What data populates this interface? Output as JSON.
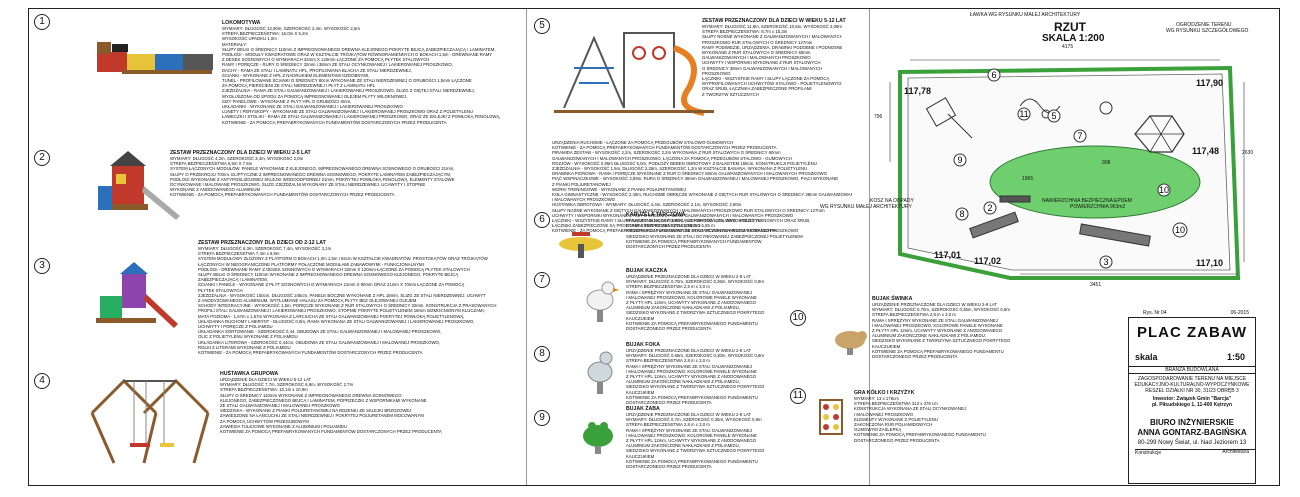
{
  "items": [
    {
      "num": "1",
      "title": "LOKOMOTYWA",
      "lines": [
        "WYMIARY: DŁUGOŚĆ 13,90m, SZEROKOŚĆ 2,4m, WYSOKOŚĆ 2,5m",
        "STREFA BEZPIECZEŃSTWA: 16,0m X 5,2m",
        "WYSOKOŚĆ UPADKU 1,0m",
        "MATERIAŁY:",
        "SŁUPY BELKI O ŚREDNICY 110mm Z IMPREGNOWANEGO DREWNA KLEJONEGO POKRYTE BEJCĄ ZABEZPIECZAJĄCĄ I LAMINATEM,",
        "PODŁOGI - MODUŁY KWADRATOWE ORAZ W KSZTAŁCIE TRÓJKĄTÓW RÓWNORAMIENNYCH O BOKACH 1,5m - DREWNIANE RAMY",
        "Z DESEK SOSNOWYCH O WYMIARACH 32mm X 120mm ŁĄCZONE ZA POMOCĄ PŁYTEK STALOWYCH",
        "RAMY I PORĘCZE - RURY O ŚREDNICY 32mm i 38mm ZE STALI OCYNKOWANEJ I LAKIEROWANEJ PROSZKOWO,",
        "DACHY - RAMA ZE STALI I LAMINATU HPL, PROFILOWANA BLACHA ZE STALI NIERDZEWNEJ,",
        "ŚCIANKI - WYKONANE Z HPL Z NADRUKIEM ELEMENTAMI OZDOBNYMI,",
        "TUNEL - PROFILOWANE ŚCIANKI O ŚREDNICY 80cm WYKONANE ZE STALI NIERDZEWNEJ O GRUBOŚCI 1,5mm ŁĄCZONE",
        "ZA POMOCĄ PIERŚCIENI ZE STALI NIERDZEWNEJ I PŁYT Z LAMINATU HPL",
        "ZJEŻDŻALNIA - RAMA ZE STALI GALWANIZOWANEJ I LAKIEROWANEJ PROSZKOWO, ŚLIZG Z GIĘTEJ STALI NIERDZEWNEJ,",
        "WYGŁUSZONA OD SPODU ZA POMOCĄ IMPREGNOWANEJ OLEJEM PŁYTY WILOKNOWEJ,",
        "SIZY PANELOWE - WYKONANE Z PŁYT HPL O GRUBOŚCI 8mm,",
        "UKŁADANKI - WYKONANE ZE STALI GALWANIZOWANEJ I LAKIEROWANEJ PROSZKOWO",
        "LUNETY I PERYSKOPY - WYKONANE ZE STALI GALWANIZOWANEJ I LAKIEROWANEJ PROSZKOWO ORAZ Z POLIETYLENU",
        "ŁAWECZKI I STOLIKI - RAMA ZE STALI GALWANIZOWANEJ I LAKIEROWANEJ PROSZKOWO, ORAZ ZE SKLEJKI Z POWŁOKĄ FENOLOWĄ,",
        "KOTWIENIE - ZA POMOCĄ PREFABRYKOWANYCH FUNDAMENTÓW DOSTARCZONYCH PRZEZ PRODUCENTA"
      ]
    },
    {
      "num": "2",
      "title": "ZESTAW PRZEZNACZONY DLA DZIECI W WIEKU 2-5 LAT",
      "lines": [
        "WYMIARY: DŁUGOŚĆ 4,2m, SZEROKOŚĆ 3,4m, WYSOKOŚĆ 2,0m",
        "STREFA BEZPIECZEŃSTWA 5,5m X 7,5m",
        "",
        "SYSTEM ŁĄCZONYCH MODUŁÓW. PANELE WYKONANE Z KLEJONEGO, IMPREGNOWANEGO DREWNA SOSNOWEGO O GRUBOŚCI 21mm,",
        "SŁUPY O PRZEKROJU 70mm. ELIPTYCZNE Z IMPREGNOWANEGO DREWNA SOSNOWEGO, POKRYTE LAMINATEM ZABEZPIECZAJĄCYM,",
        "PODŁOGI WYKONANE Z ANTYPOŚLIZGOWEJ SKLEJKI WODOODPORNEJ 21mm, POKRYTEJ POWŁOKĄ FENOLOWĄ, ELEMENTY STALOWE",
        "OCYNKOWANE I MALOWANE PROSZKOWO, ŚLIZG ZJEŻDŻALNI WYKONANY ZE STALI NIERDZEWNEJ. UCHWYTY I STOPNIE",
        "WYKONANE Z ANODOWANEGO ALUMINIUM",
        "KOTWIENIE - ZA POMOCĄ PREFABRYKOWANYCH FUNDAMENTÓW DOSTARCZONYCH PRZEZ PRODUCENTA"
      ]
    },
    {
      "num": "3",
      "title": "ZESTAW PRZEZNACZONY DLA DZIECI OD 2-12 LAT",
      "lines": [
        "WYMIARY: DŁUGOŚĆ 6,3m, SZEROKOŚĆ 7,4m, WYSOKOŚĆ 3,1m",
        "STREFA BEZPIECZEŃSTWA 7,4m x 8,9m",
        "SYSTEM MODUŁOWY ZŁOŻONY Z PLATFORM O BOKACH 1,0m 1,5m I 92cm W KSZTAŁCIE KWADRATÓW, PROSTOKĄTÓW ORAZ TRÓJKĄTÓW",
        "ŁĄCZONYCH W NIEOGRANICZONE PLATFORMY POŁĄCZONE MODUŁAMI ZABAWOWYMI - FUNKCJONALNYMI",
        "PODŁOGI - DREWNIANE RAMY Z DESEK SOSNOWYCH O WYMIARACH 32mm X 120mm ŁĄCZONE ZA POMOCĄ PŁYTEK STALOWYCH",
        "SŁUPY BELKI O ŚREDNICY 110mm WYKONANE Z IMPREGNOWANEGO DREWNA SOSNOWEGO KLEJONEGO, POKRYTE BEJCĄ",
        "ZABEZPIECZAJĄCĄ I LAMINATEM,",
        "ŚCIANKI I PANELE - WYKONANE Z PŁYT SOSNOWYCH O WYMIARACH 21mm X 90mm ORAZ 21mm X 70mm ŁĄCZONE ZA POMOCĄ",
        "PŁYTEK STALOWYCH",
        "ZJEŻDŻALNIA - WYSOKOŚĆ 150cm, DŁUGOŚĆ 245cm, PANELE BOCZNE WYKONANE Z HPL 18mm, ŚLIZG ZE STALI NIERDZEWNEJ, UCHWYT",
        "Z ANODYZOWANEGO ALUMINIUM, WYTŁUMIANE HAŁASU ZA POMOCĄ PŁYTY BEZ OLEJOWANEJ OLEJEM",
        "SCHODY INTEGRACYJNE - WYSOKOŚĆ 1,5m, PORĘCZE WYKONANE Z RUR STALOWYCH O ŚREDNICY 32mm, KONSTRUKCJA Z PRASOWANYCH",
        "PROFILI STALI GALWANIZOWANEJ I LAKIEROWANEJ PROSZKOWO, STOPNIE POKRYTE POLIETYLENEM 18mm WZMOCNIONYM KLUCZAMI,",
        "MATA POZIOMA - 1,67m x 1,67m WYKONANA Z LARCIUCHA ZE STALI GALWANIZOWANEJ POKRYTEJ POWŁOKĄ POLIETYLENOWĄ,",
        "UKŁADANKA RUCHOMY LABIRYNT - DŁUGOŚĆ 0,9m, RAMA WYKONANA ZE STALI GALWANIZOWANEJ I LAKIEROWANEJ PROSZKOWO,",
        "UCHWYTY I PORĘCZE Z POLIAMIDU",
        "UKŁADANKA SORTOWANIE - SZEROKOŚĆ 0,44, OBUDOWA ZE STALI GALWANIZOWANEJ I MALOWANEJ PROSZKOWO,",
        "OLIC Z POLIETYLENU WYKONANE Z POLIAMIDU",
        "UKŁADANKA LITEROWA - SZEROKOŚĆ 0,44cm, OBUDOWA ZE STALI GALWANIZOWANEJ I MALOWANEJ PROSZKOWO,",
        "ROLKI Z LITERAMI WYKONANE Z POLIAMIDU",
        "KOTWIENIE - ZA POMOCĄ PREFABRYKOWANYCH FUNDAMENTÓW DOSTARCZONYCH PRZEZ PRODUCENTA"
      ]
    },
    {
      "num": "4",
      "title": "HUŚTAWKA GRUPOWA",
      "lines": [
        "URZĄDZENIE DLA DZIECI W WIEKU 5-12 LAT",
        "WYMIARY: DŁUGOŚĆ 7,7m, SZEROKOŚĆ 6,9m, WYSOKOŚĆ 2,7m",
        "STREFA BEZPIECZEŃSTWA: 10,1m x 10,9m",
        "SŁUPY O ŚREDNICY 110mm WYKONANE Z IMPREGNOWANEGO DREWNA SOSNOWEGO",
        "KLEJONEGO, ZABEZPIECZONEGO BEJCĄ I LAMINATEM, POPRZECZKI Z WSPORNIKAMI WYKONANE",
        "ZE STALI GALWANIZOWANEJ I MALOWANEJ PROSZKOWO",
        "SIEDZISKA - WYKONANE Z PIANKI POLIURETANOWEJ NA RDZENIU ZE SKLEJKI BRZOZOWEJ",
        "ZAWIESZONE NA ŁAŃCUCHU ZE STALI NIERDZEWNEJ I POKRYTEJ POLIURETANEM MOCOWANYM",
        "ZA POMOCĄ UCHWYTÓW PRZEGUBOWYM",
        "ZAWIESIA TULEJOWE WYKONANE Z ALUMINIUM I POLIAMIDU",
        "KOTWIENIE ZA POMOCĄ PREFABRYKOWANYCH FUNDAMENTÓW DOSTARCZONYCH PRZEZ PRODUCENTA"
      ]
    },
    {
      "num": "5",
      "title": "ZESTAW PRZEZNACZONY DLA DZIECI W WIEKU 5-12 LAT",
      "lines": [
        "WYMIARY: DŁUGOŚĆ 11,8m, SZEROKOŚĆ 10,6m, WYSOKOŚĆ 3,08m",
        "STREFA BEZPIECZEŃSTWA: 8,7m x 15,3m",
        "SŁUPY NOŚNE WYKONANE Z GALWANIZOWANYCH I MALOWANYCH",
        "PROSZKOWO RUR STALOWYCH O ŚREDNICY 127mm",
        "RAMY PODWIEZIE, URZĄDZENIA, DRABINKI PODOBNE I PODNOSNE",
        "WYKONANE Z RUR STALOWYCH O ŚREDNICY 60mm",
        "GALWANIZOWANYCH I MALOWANYCH PROSZKOWO",
        "UCHWYTY I WSPORNIKI WYKONANE Z RUR STALOWYCH",
        "O ŚREDNICY 38mm GALWANIZOWANYCH I MALOWANYCH",
        "PROSZKOWO",
        "ŁĄCZNIKI - WSZYSTKIE RAMY I SŁUPY ŁĄCZONE ZA POMOCĄ",
        "WYPROFILOWANYCH UCHWYTÓW STALOWO - POLIETYLENOWYCH",
        "ORAZ ŚRUB, ŁĄCZNIKA ZABEZPIECZONE PROFILAMI",
        "Z TWORZYW SZTUCZNYCH",
        "",
        "URZĄDZENIA RUCHOME - ŁĄCZONE ZA POMOCĄ PRZEGUBÓW STALOWO-GUMOWYCH",
        "KOTWIENIE - ZA POMOCĄ PREFABRYKOWANYCH FUNDAMENTÓW DOSTARCZONYCH PRZEZ PRODUCENTA",
        "PIRAMIDA ZESTAW - WYSOKOŚĆ 2,2m, SZEROKOŚĆ 2,2m WYKONANA Z RUR STALOWYCH O ŚREDNICY 60mm",
        "GALWANIZOWANYCH I MALOWANYCH PROSZKOWO, ŁĄCZONA ZA POMOCĄ PRZEGUBÓW STALOWO - GUMOWYCH",
        "ROZJÓW - WYSOKOŚĆ 0,95m DŁUGOŚĆ 5,0m, PODŁOŻY BEBEN OBROTOWY Z BALKETEM 158cm, KONSTRUKCJI POLIETYLENU",
        "ZJEŻDŻALNIA - WYSOKOŚĆ 1,5m, DŁUGOŚĆ 2,25m, SZEROKOŚĆ 1,2m W KSZTAŁCIE BANANA, WYKONANA Z POLIETYLENU",
        "DRABINKA PIONOWA - RAMA I PORĘCZE WYKONANE Z RUR O ŚREDNICY 50mm GALWANIZOWANYCH I MALOWANYCH PROSZKOWO",
        "PIĄĆ WSPINACZKOWE - WYSOKOŚĆ 2,89m, RURA O ŚREDNICY 38mm GALWANIZOWANEJ I MALOWANEJ PROSZKOWO, PIĄCI WYKONANE",
        "Z PIANKI POLIURETANOWEJ",
        "WORKI TRENINGOWE - WYKONANE Z PIANKI POLIURETANOWEJ",
        "KOŁA GIMNASTYCZNE - WYSOKOŚĆ 2,40m, RUCHOME OBRĘCZE WYKONANE Z GIĘTYCH RUR STALOWYCH O ŚREDNICY 38mm GALWANIZOWANYCH",
        "I MALOWANYCH PROSZKOWO",
        "HUŚTAWKA OBROTOWA - WYMIARY: DŁUGOŚĆ 4,4m, SZEROKOŚĆ 2,1m, WYSOKOŚĆ 2,60m",
        "SŁUPY NOŚNE WYKONANE Z GIĘTYCH GALWANIZOWANYCH I MALOWANYCH PROSZKOWO RUR STALOWYCH O ŚREDNICY 127mm",
        "UCHWYTY I WSPORNIKI WYKONANE Z RUR O ŚREDNICY 38mm GALWANIZOWANYCH I MALOWANYCH PROSZKOWO",
        "ŁĄCZNIKI - WSZYSTKIE RAMY I SŁUPY ŁĄCZONE SĄ ZA POMOCĄ UCHWYTÓW STALOWO - POLIETYLENOWYCH ORAZ ŚRUB,",
        "ŁĄCZNIKI ZABEZPIECZONE SĄ PROFILAMI Z TWORZYWA SZTUCZNEGO",
        "KOTWIENIE - ZA POMOCĄ PREFABRYKOWANYCH FUNDAMENTÓW DOSTARCZONYCH PRZEZ PRODUCENTA"
      ]
    },
    {
      "num": "6",
      "title": "KARUZELA TARCZOWA",
      "lines": [
        "WYMIARY: DŁUGOŚĆ 1,80m, SZEROKOŚĆ 1,2m, WYSOKOŚĆ 0,7m",
        "STREFA BEZPIECZEŃSTWA 5,85 m x 5,85 m",
        "KONSTRUKCJA WYKONANA ZE STALI OCYNKOWANEJ I MALOWANEJ PROSZKOWO",
        "SIEDZISKO WYKONANE ZE STALI OCYNKOWANEJ ZABEZPIECZONEJ POLIETYLENEM",
        "KOTWIENIE ZA POMOCĄ PREFABRYKOWANYCH FUNDAMENTÓW",
        "DOSTARCZONYCH PRZEZ PRODUCENTA"
      ]
    },
    {
      "num": "7",
      "title": "BUJAK KACZKA",
      "lines": [
        "URZĄDZENIE PRZEZNACZONE DLA DZIECI W WIEKU 2-8 LAT",
        "WYMIARY: DŁUGOŚĆ 0,70m, SZEROKOŚĆ 0,36m, WYSOKOŚĆ 0,8m",
        "STREFA BEZPIECZEŃSTWA 2,8 m x 3,0 m",
        "RAMA I SPRĘŻYNY WYKONANE ZE STALI GALWANIZOWANEJ",
        "I MALOWANEJ PROSZKOWO, KOLOROWE PANELE WYKONANE",
        "Z PŁYTY HPL 12mm, UCHWYTY WYKONANE Z ANODOWANEGO",
        "ALUMINIUM ZAKOŃCZONE NAKŁADKAMI Z POLIAMIDU,",
        "SIEDZISKO WYKONANE Z TWORZYWA SZTUCZNEGO POKRYTEGO",
        "KAUCZUKIEM",
        "KOTWIENIE ZA POMOCĄ PREFABRYKOWANEGO FUNDAMENTU",
        "DOSTARCZONEGO PRZEZ PRODUCENTA"
      ]
    },
    {
      "num": "8",
      "title": "BUJAK FOKA",
      "lines": [
        "URZĄDZENIE PRZEZNACZONE DLA DZIECI W WIEKU 2-8 LAT",
        "WYMIARY: DŁUGOŚĆ 0,65m, SZEROKOŚĆ 0,30m, WYSOKOŚĆ 0,8m",
        "STREFA BEZPIECZEŃSTWA 2,8 m x 3,0 m",
        "RAMA I SPRĘŻYNY WYKONANE ZE STALI GALWANIZOWANEJ",
        "I MALOWANEJ PROSZKOWO, KOLOROWE PANELE WYKONANE",
        "Z PŁYTY HPL 12mm, UCHWYTY WYKONANE Z ANODOWANEGO",
        "ALUMINIUM ZAKOŃCZONE NAKŁADKAMI Z POLIAMIDU,",
        "SIEDZISKO WYKONANE Z TWORZYWA SZTUCZNEGO POKRYTEGO",
        "KAUCZUKIEM",
        "KOTWIENIE ZA POMOCĄ PREFABRYKOWANEGO FUNDAMENTU",
        "DOSTARCZONEGO PRZEZ PRODUCENTA"
      ]
    },
    {
      "num": "9",
      "title": "BUJAK ŻABA",
      "lines": [
        "URZĄDZENIE PRZEZNACZONE DLA DZIECI W WIEKU 2-8 LAT",
        "WYMIARY: DŁUGOŚĆ 0,7m, SZEROKOŚĆ 0,36m, WYSOKOŚĆ 0,8m",
        "STREFA BEZPIECZEŃSTWA 2,8 m x 3,0 m",
        "RAMA I SPRĘŻYNY WYKONANE ZE STALI GALWANIZOWANEJ",
        "I MALOWANEJ PROSZKOWO, KOLOROWE PANELE WYKONANE",
        "Z PŁYTY HPL 12mm, UCHWYTY WYKONANE Z ANODOWANEGO",
        "ALUMINIUM ZAKOŃCZONE NAKŁADKAMI Z POLIAMIDU,",
        "SIEDZISKO WYKONANE Z TWORZYWA SZTUCZNEGO POKRYTEGO",
        "KAUCZUKIEM",
        "KOTWIENIE ZA POMOCĄ PREFABRYKOWANEGO FUNDAMENTU",
        "DOSTARCZONEGO PRZEZ PRODUCENTA"
      ]
    },
    {
      "num": "10",
      "title": "BUJAK ŚWINKA",
      "lines": [
        "URZĄDZENIE PRZEZNACZONE DLA DZIECI W WIEKU 2-8 LAT",
        "WYMIARY: DŁUGOŚĆ 0,70m, SZEROKOŚĆ 0,36m, WYSOKOŚĆ 0,8m",
        "STREFA BEZPIECZEŃSTWA 2,8 m x 3,0 m",
        "RAMA I SPRĘŻYNY WYKONANE ZE STALI GALWANIZOWANEJ",
        "I MALOWANEJ PROSZKOWO, KOLOROWE PANELE WYKONANE",
        "Z PŁYTY HPL 12mm, UCHWYTY WYKONANE Z ANODOWANEGO",
        "ALUMINIUM ZAKOŃCZONE NAKŁADKAMI Z POLIAMIDU,",
        "SIEDZISKO WYKONANE Z TWORZYWA SZTUCZNEGO POKRYTEGO",
        "KAUCZUKIEM",
        "KOTWIENIE ZA POMOCĄ PREFABRYKOWANEGO FUNDAMENTU",
        "DOSTARCZONEGO PRZEZ PRODUCENTA"
      ]
    },
    {
      "num": "11",
      "title": "GRA KÓŁKO I KRZYŻYK",
      "lines": [
        "WYMIARY: 13 x 178cm",
        "STREFA BEZPIECZEŃSTWA 313 x 378 cm",
        "KONSTRUKCJA WYKONANA ZE STALI OCYNKOWANEJ",
        "I MALOWANEJ PROSZKOWO",
        "ELEMENTY WYKONANE Z POLIETYLENU",
        "ZAKOŃCZONA RUR POLIAMIDOWYCH",
        "GUMOWYM ZAŚLEPKĄ",
        "KOTWIENIE ZA POMOCĄ PREFABRYKOWANEGO FUNDAMENTU",
        "DOSTARCZONEGO PRZEZ PRODUCENTA"
      ]
    }
  ],
  "plan": {
    "label_bench": "ŁAWKA WG RYSUNKU MAŁEJ ARCHITEKTURY",
    "rzut": "RZUT",
    "scale": "SKALA 1:200",
    "fence": "OGRODZENIE TERENU",
    "fence2": "WG RYSUNKU SZCZEGÓŁOWEGO",
    "dim_top": "4175",
    "dim_bottom": "3451",
    "h_1": "117,78",
    "h_2": "117,90",
    "h_3": "117,48",
    "h_4": "117,01",
    "h_5": "117,02",
    "h_6": "117,10",
    "field_label": "NAWIERZCHNIA BEZPIECZNA EPDEM",
    "field_area": "POWIERZCHNIA 963m2",
    "bin": "KOSZ NA ODPADY",
    "bin2": "WG RYSUNKU MAŁEJ ARCHITEKTURY",
    "dim_ellipse_w": "1965",
    "dim_left": "796",
    "dim_right": "2630",
    "dim_mid": "908",
    "markers": [
      "1",
      "2",
      "3",
      "4",
      "5",
      "6",
      "7",
      "8",
      "9",
      "10",
      "11"
    ]
  },
  "title_block": {
    "rys": "Rys. Nr 04",
    "date": "06-2015",
    "title": "PLAC ZABAW",
    "skala_label": "skala",
    "skala_value": "1:50",
    "branza": "BRANŻA BUDOWLANA",
    "desc1": "ZAGOSPODAROWANIE TERENU NA MIEJSCE",
    "desc2": "EDUKACYJNO-KULTURALNO-WYPOCZYNKOWE",
    "desc3": "RESZEL DZIAŁKI NR 30, 31/23 OBRĘB 3",
    "inv1": "Inwestor: Związek Gmin \"Barcja\"",
    "inv2": "pl. Piłsudskiego 1, 11-400 Kętrzyn",
    "office1": "BIURO INŻYNIERSKIE",
    "office2": "ANNA GONTARZ-BAGIŃSKA",
    "office3": "80-299 Nowy Świat, ul. Nad Jeziorem 13",
    "col1": "Konstrukcje",
    "col2": "Architektura"
  },
  "colors": {
    "green": "#3aa03a",
    "grass": "#6fcf6f",
    "red": "#c0392b",
    "blue": "#2c6fbb",
    "yellow": "#e8c43a",
    "orange": "#e67e22",
    "wood": "#8b5a2b"
  }
}
